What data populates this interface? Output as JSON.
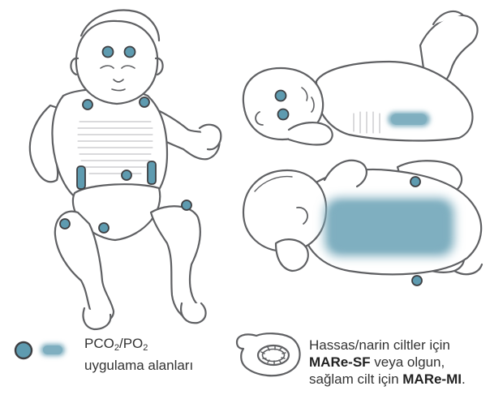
{
  "legend": {
    "sites": {
      "line1_prefix": "PCO",
      "line1_sub1": "2",
      "line1_mid": "/PO",
      "line1_sub2": "2",
      "line2": "uygulama alanları"
    },
    "rings": {
      "line1": "Hassas/narin ciltler için",
      "bold1": "MARe-SF",
      "line2_rest": " veya olgun,",
      "line3_prefix": "sağlam cilt için ",
      "bold2": "MARe-MI",
      "line3_suffix": "."
    }
  },
  "colors": {
    "outline": "#5f6063",
    "site": "#5e9bb0",
    "site_edge": "#3e3f42",
    "area": "#7fafc0"
  },
  "icons": [
    "application-site-dot-icon",
    "application-area-swatch-icon",
    "fixation-ring-icon"
  ]
}
